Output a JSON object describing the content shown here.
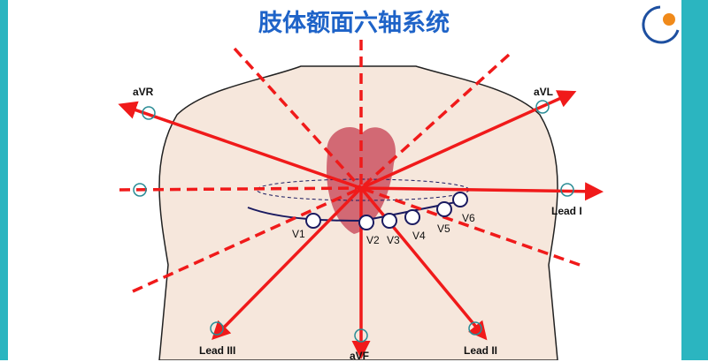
{
  "title": "肢体额面六轴系统",
  "leads": {
    "avr": "aVR",
    "avl": "aVL",
    "lead1": "Lead I",
    "lead2": "Lead II",
    "lead3": "Lead III",
    "avf": "aVF"
  },
  "chest_leads": [
    "V1",
    "V2",
    "V3",
    "V4",
    "V5",
    "V6"
  ],
  "colors": {
    "axis": "#f01a1a",
    "title": "#1e63c8",
    "border": "#2bb5c0",
    "skin": "#f6e7dc"
  }
}
